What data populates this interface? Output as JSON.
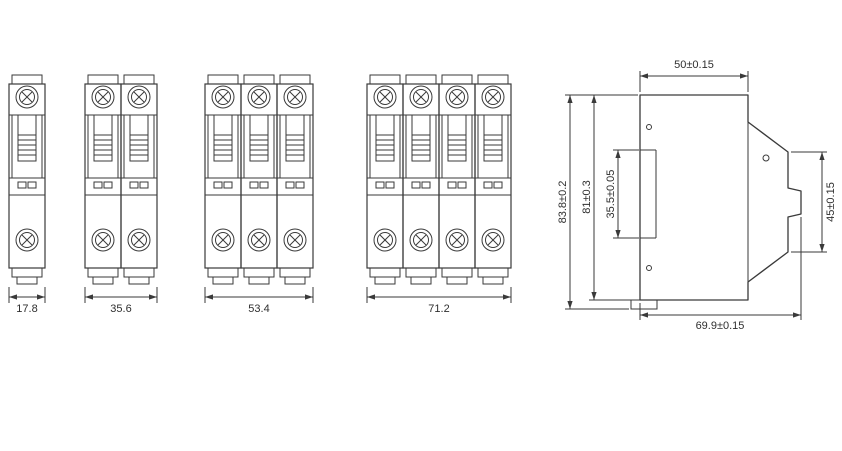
{
  "front_views": [
    {
      "name": "1-pole",
      "poles": 1,
      "width_label": "17.8"
    },
    {
      "name": "2-pole",
      "poles": 2,
      "width_label": "35.6"
    },
    {
      "name": "3-pole",
      "poles": 3,
      "width_label": "53.4"
    },
    {
      "name": "4-pole",
      "poles": 4,
      "width_label": "71.2"
    }
  ],
  "side_view": {
    "labels": {
      "top_depth": "50±0.15",
      "overall_height": "83.8±0.2",
      "body_height": "81±0.3",
      "rail_slot_height": "35.5±0.05",
      "front_height": "45±0.15",
      "overall_depth": "69.9±0.15"
    }
  },
  "style": {
    "line_color": "#3a3a3a",
    "background": "#ffffff"
  }
}
